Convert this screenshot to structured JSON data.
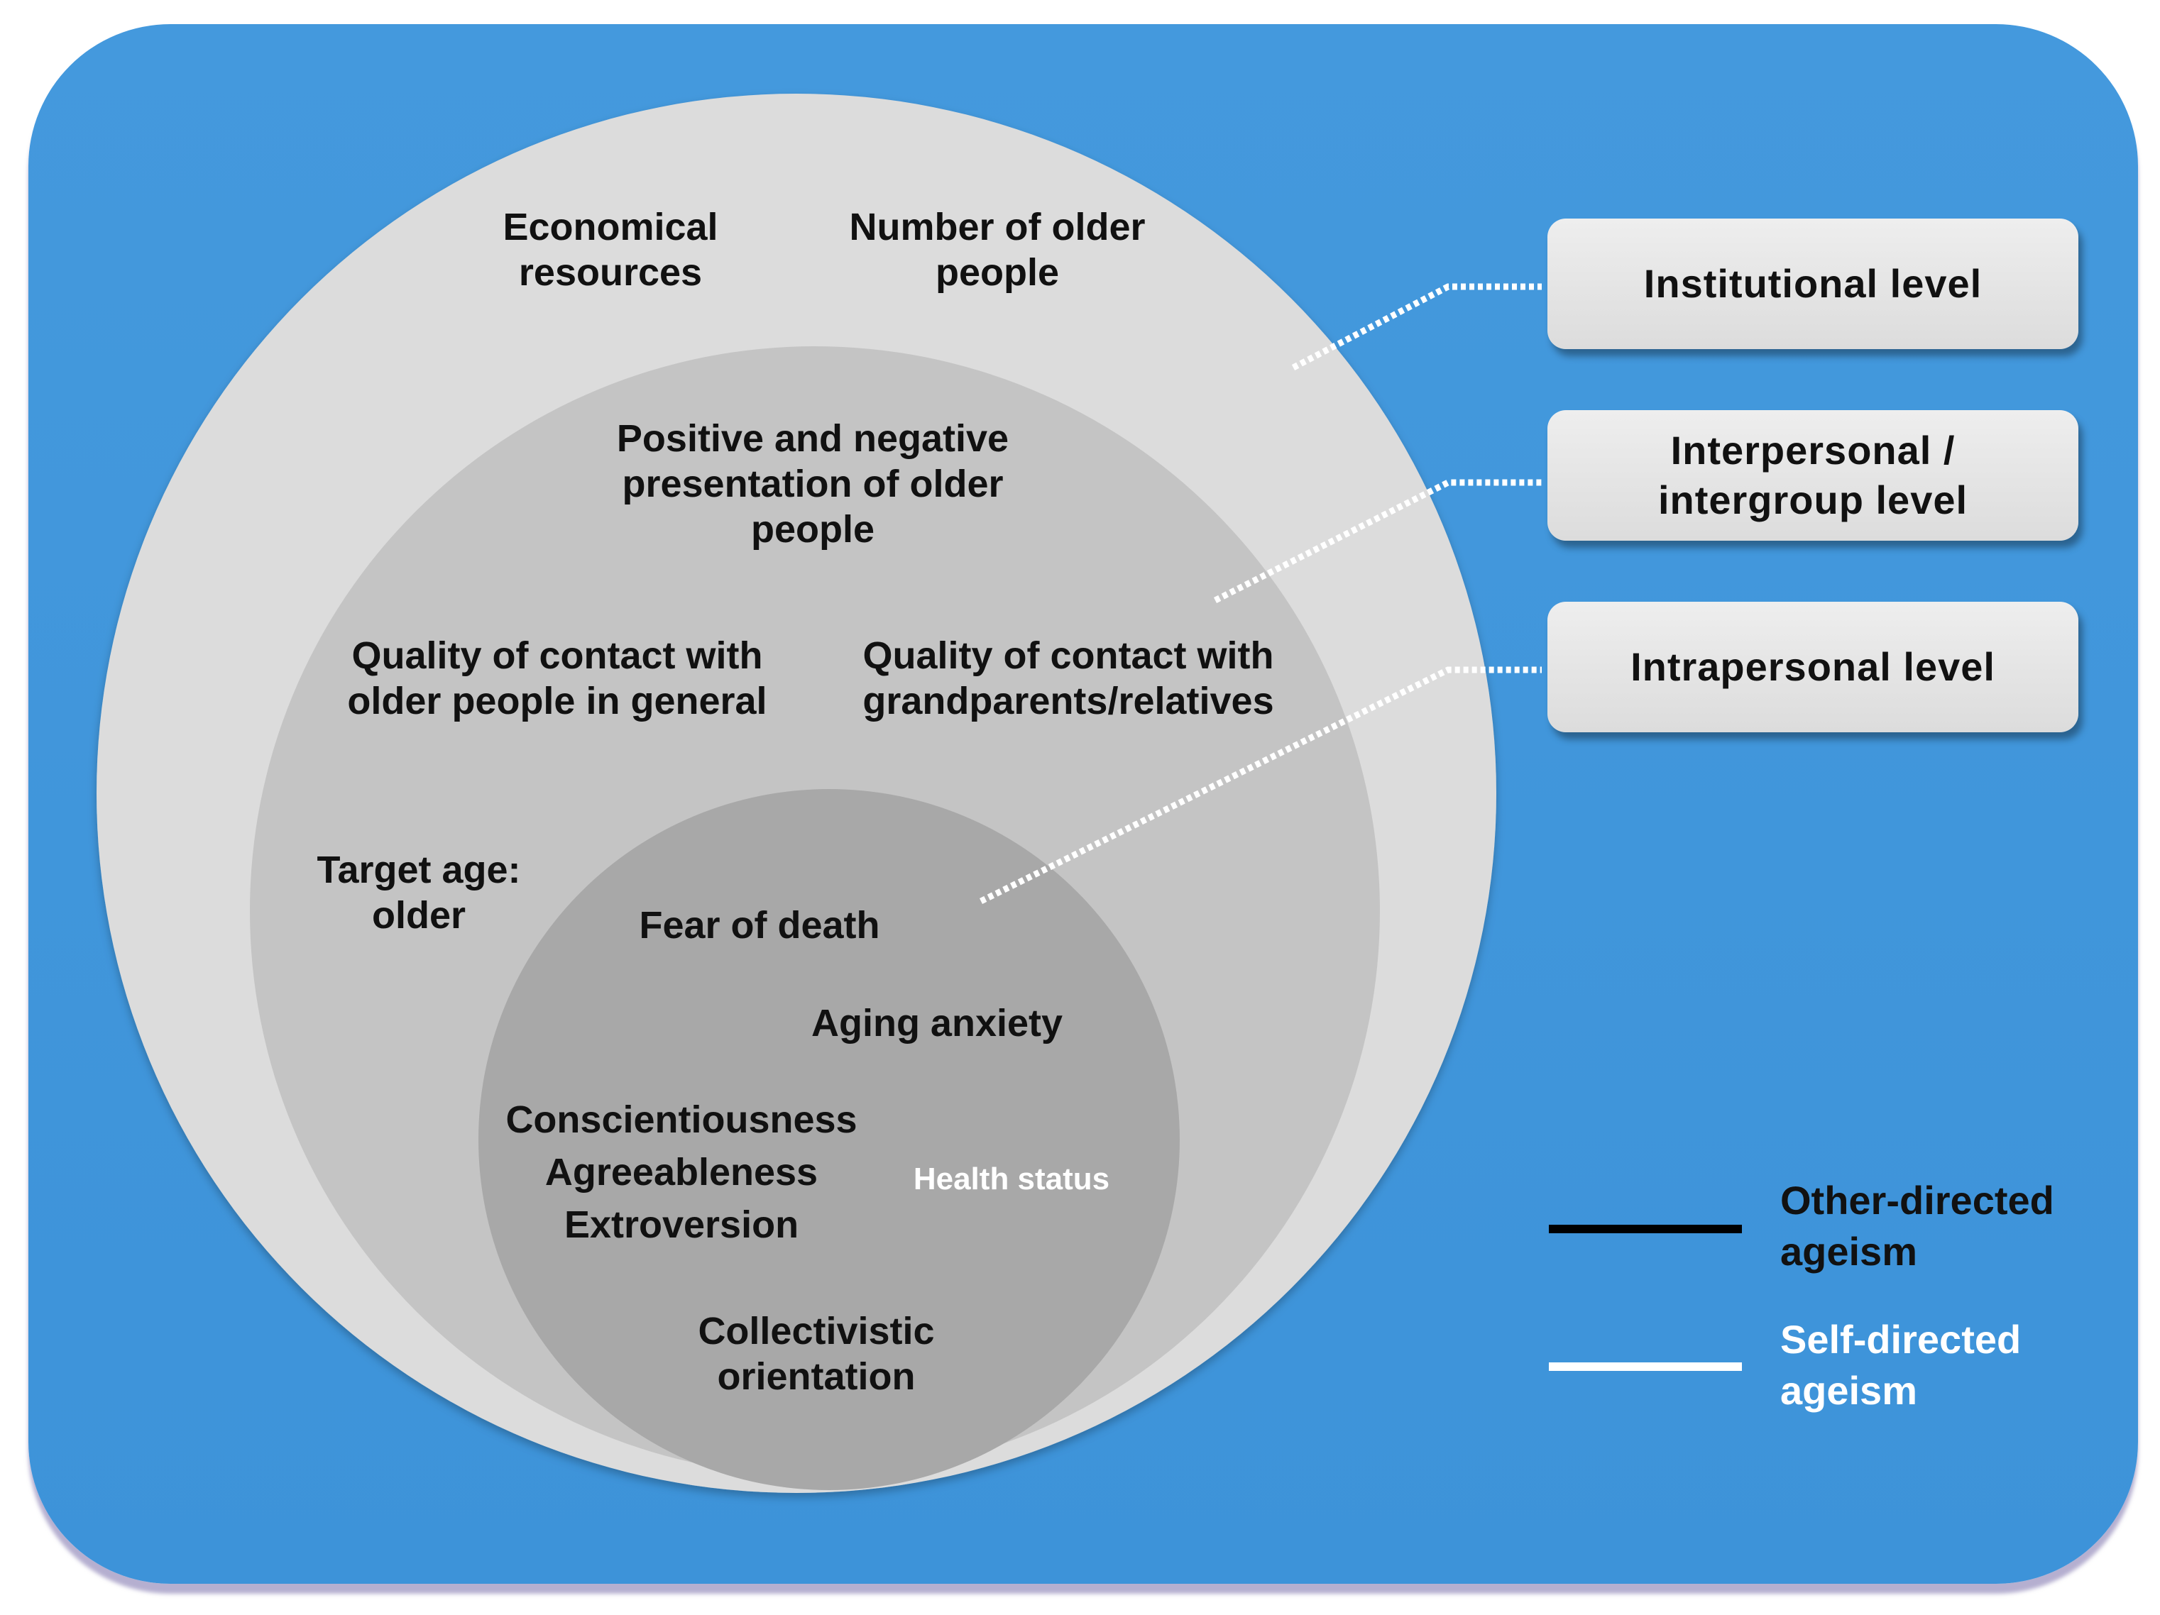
{
  "diagram": {
    "levels": {
      "institutional": "Institutional level",
      "interpersonal_line1": "Interpersonal /",
      "interpersonal_line2": "intergroup level",
      "intrapersonal": "Intrapersonal level"
    },
    "outer_circle": {
      "economical_line1": "Economical",
      "economical_line2": "resources",
      "number_line1": "Number of older",
      "number_line2": "people"
    },
    "middle_circle": {
      "presentation_line1": "Positive and negative",
      "presentation_line2": "presentation of older",
      "presentation_line3": "people",
      "contact_general_line1": "Quality of contact with",
      "contact_general_line2": "older people in general",
      "contact_relatives_line1": "Quality of contact with",
      "contact_relatives_line2": "grandparents/relatives",
      "target_age_line1": "Target age:",
      "target_age_line2": "older"
    },
    "inner_circle": {
      "fear_of_death": "Fear of death",
      "aging_anxiety": "Aging anxiety",
      "conscientiousness": "Conscientiousness",
      "agreeableness": "Agreeableness",
      "extroversion": "Extroversion",
      "health_status": "Health status",
      "collectivistic_line1": "Collectivistic",
      "collectivistic_line2": "orientation"
    },
    "legend": {
      "other_line1": "Other-directed",
      "other_line2": "ageism",
      "self_line1": "Self-directed",
      "self_line2": "ageism"
    },
    "colors": {
      "background": "#4499dd",
      "outer_circle": "#dcdcdc",
      "middle_circle": "#c4c4c4",
      "inner_circle": "#a8a8a8",
      "other_directed": "#000000",
      "self_directed": "#ffffff"
    }
  }
}
